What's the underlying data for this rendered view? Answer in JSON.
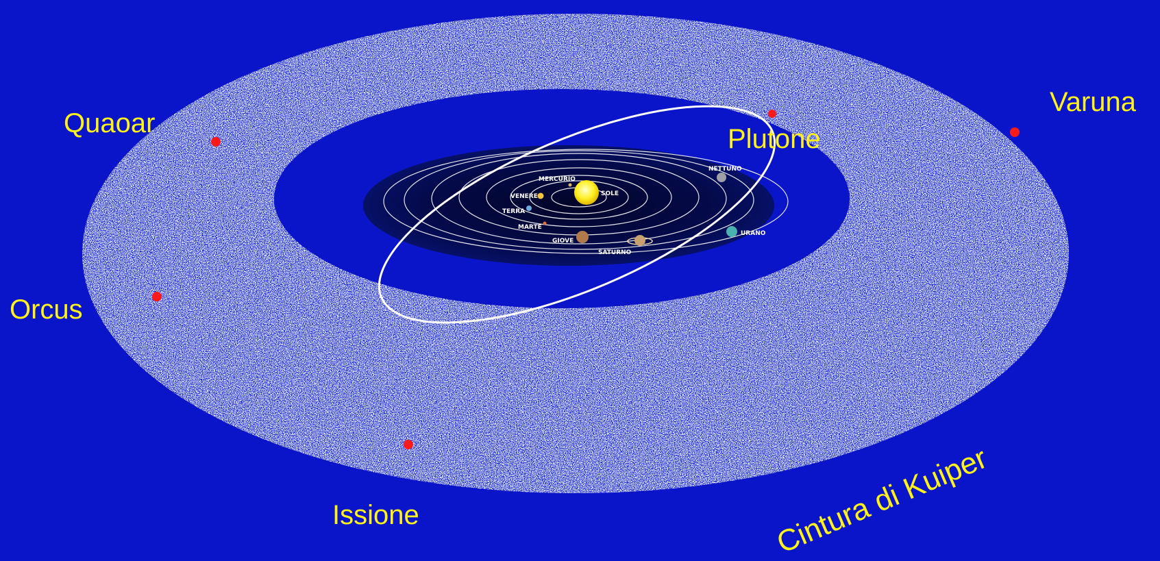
{
  "colors": {
    "background": "#0a14c8",
    "belt": "#dde6ff",
    "label": "#fff21a",
    "kbo_marker": "#ff1a1a",
    "orbit": "#ffffff",
    "inner_disc": "#050a55"
  },
  "belt_label": "Cintura di Kuiper",
  "kuiper_objects": [
    {
      "id": "quaoar",
      "name": "Quaoar"
    },
    {
      "id": "varuna",
      "name": "Varuna"
    },
    {
      "id": "plutone",
      "name": "Plutone"
    },
    {
      "id": "orcus",
      "name": "Orcus"
    },
    {
      "id": "issione",
      "name": "Issione"
    }
  ],
  "sun": {
    "name": "SOLE",
    "color": "#ffee22"
  },
  "planets": [
    {
      "id": "mercurio",
      "name": "MERCURIO",
      "color": "#d9b36a"
    },
    {
      "id": "venere",
      "name": "VENERE",
      "color": "#f5c542"
    },
    {
      "id": "terra",
      "name": "TERRA",
      "color": "#6fa8dc"
    },
    {
      "id": "marte",
      "name": "MARTE",
      "color": "#e07040"
    },
    {
      "id": "giove",
      "name": "GIOVE",
      "color": "#b07a4a"
    },
    {
      "id": "saturno",
      "name": "SATURNO",
      "color": "#c9a070"
    },
    {
      "id": "urano",
      "name": "URANO",
      "color": "#4ab0b0"
    },
    {
      "id": "nettuno",
      "name": "NETTUNO",
      "color": "#a0a0a8"
    }
  ]
}
